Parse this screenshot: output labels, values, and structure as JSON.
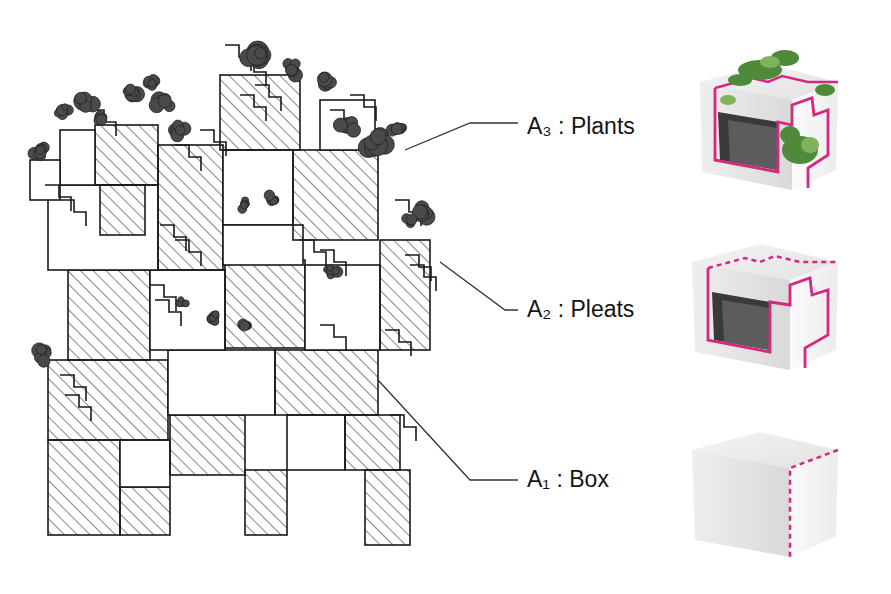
{
  "diagram": {
    "labels": [
      "A₃ : Plants",
      "A₂ : Pleats",
      "A₁ : Box"
    ]
  }
}
